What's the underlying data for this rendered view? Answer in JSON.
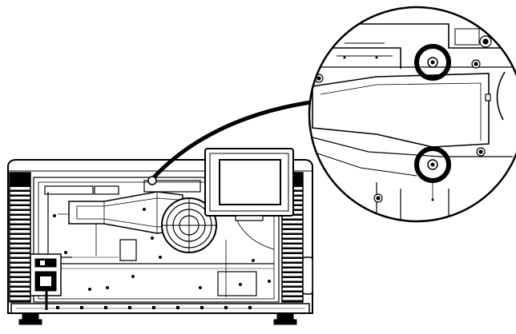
{
  "figure": {
    "subject": "projector-rear-panel-line-drawing",
    "style": "black line art on white",
    "colors": {
      "ink": "#000000",
      "paper": "#ffffff",
      "detail_fill": "#f2f2f2",
      "highlight": "#000000"
    },
    "callouts": [
      {
        "id": "screw-upper",
        "marker": "circle"
      },
      {
        "id": "screw-lower",
        "marker": "circle"
      }
    ],
    "icons": [
      "power-switch-icon",
      "power-inlet-icon",
      "fan-grille-icon",
      "screw-icon"
    ]
  }
}
